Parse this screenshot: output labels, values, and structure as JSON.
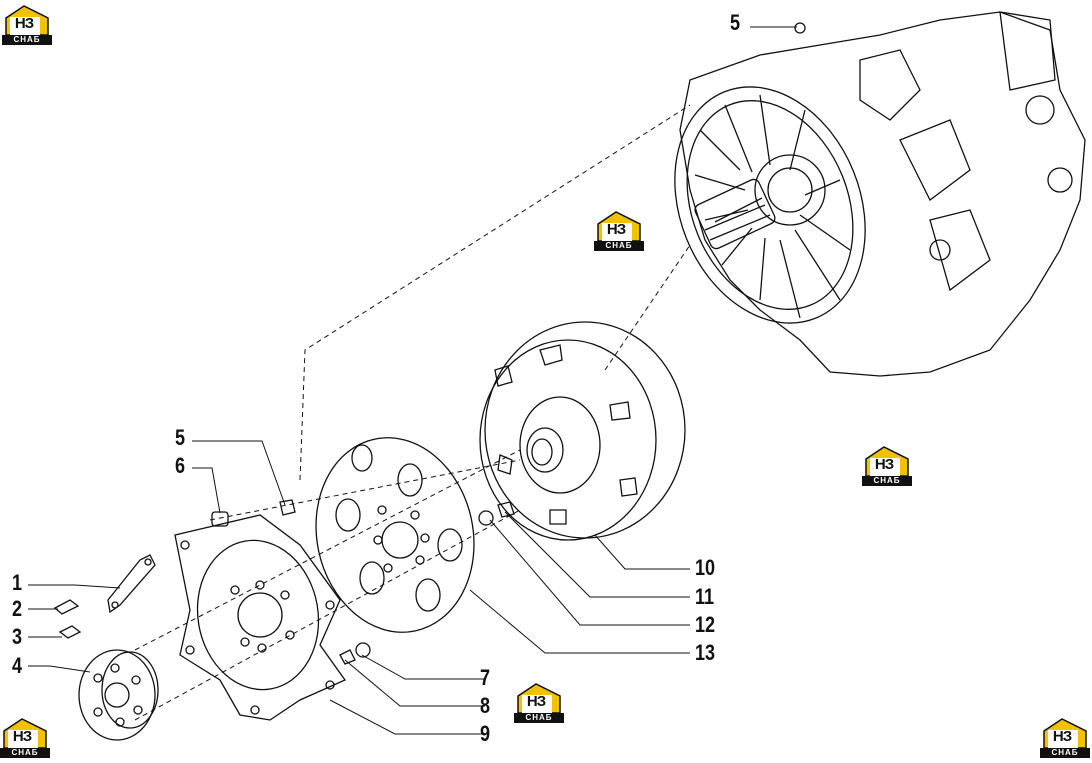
{
  "callouts": [
    {
      "id": "5a",
      "text": "5"
    },
    {
      "id": "5b",
      "text": "5"
    },
    {
      "id": "6",
      "text": "6"
    },
    {
      "id": "1",
      "text": "1"
    },
    {
      "id": "2",
      "text": "2"
    },
    {
      "id": "3",
      "text": "3"
    },
    {
      "id": "4",
      "text": "4"
    },
    {
      "id": "7",
      "text": "7"
    },
    {
      "id": "8",
      "text": "8"
    },
    {
      "id": "9",
      "text": "9"
    },
    {
      "id": "10",
      "text": "10"
    },
    {
      "id": "11",
      "text": "11"
    },
    {
      "id": "12",
      "text": "12"
    },
    {
      "id": "13",
      "text": "13"
    }
  ],
  "watermark": {
    "mark": "НЗ",
    "word": "СНАБ",
    "accent_color": "#f2c200"
  },
  "colors": {
    "line": "#111111",
    "background": "#ffffff"
  }
}
